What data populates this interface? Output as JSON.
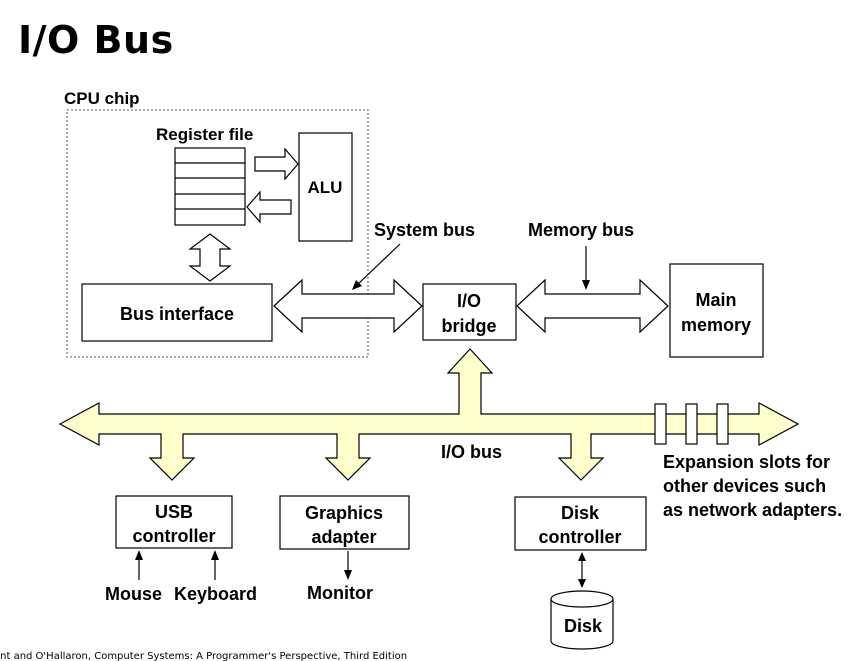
{
  "slide": {
    "title": "I/O Bus",
    "footer": "ant and O'Hallaron, Computer Systems: A Programmer's Perspective, Third Edition"
  },
  "diagram": {
    "cpu_chip_label": "CPU chip",
    "register_file_label": "Register file",
    "alu_label": "ALU",
    "bus_interface_label": "Bus interface",
    "system_bus_label": "System bus",
    "memory_bus_label": "Memory bus",
    "io_bridge_label_1": "I/O",
    "io_bridge_label_2": "bridge",
    "main_memory_label_1": "Main",
    "main_memory_label_2": "memory",
    "io_bus_label": "I/O bus",
    "expansion_label_1": "Expansion slots for",
    "expansion_label_2": "other devices such",
    "expansion_label_3": "as network adapters.",
    "usb_label_1": "USB",
    "usb_label_2": "controller",
    "graphics_label_1": "Graphics",
    "graphics_label_2": "adapter",
    "disk_ctrl_label_1": "Disk",
    "disk_ctrl_label_2": "controller",
    "mouse_label": "Mouse",
    "keyboard_label": "Keyboard",
    "monitor_label": "Monitor",
    "disk_label": "Disk"
  },
  "colors": {
    "bus_fill": "#ffffcc",
    "stroke": "#000000",
    "background": "#ffffff"
  }
}
